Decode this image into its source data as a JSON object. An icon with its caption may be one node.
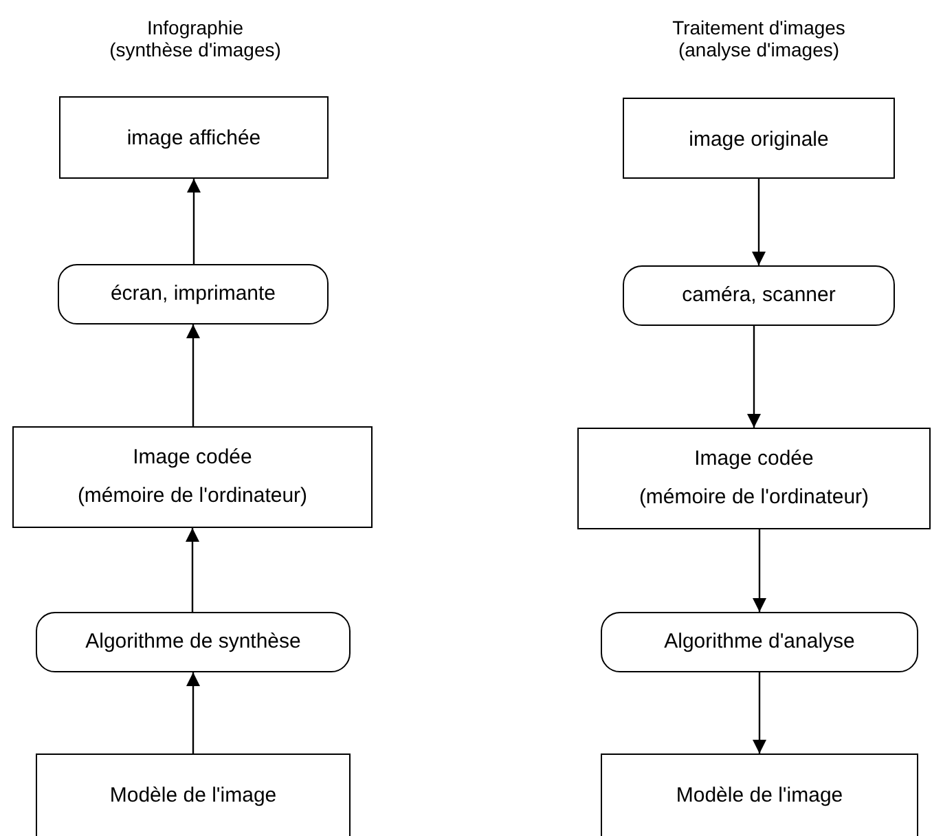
{
  "diagram": {
    "nodes": [
      {
        "text": [
          "image affichée"
        ]
      },
      {
        "text": [
          "écran, imprimante"
        ]
      },
      {
        "text": [
          "Image codée",
          "(mémoire de l'ordinateur)"
        ]
      },
      {
        "text": [
          "Algorithme de synthèse"
        ]
      },
      {
        "text": [
          "Modèle de l'image"
        ]
      },
      {
        "text": [
          "image originale"
        ]
      },
      {
        "text": [
          "caméra, scanner"
        ]
      },
      {
        "text": [
          "Image codée",
          "(mémoire de l'ordinateur)"
        ]
      },
      {
        "text": [
          "Algorithme d'analyse"
        ]
      },
      {
        "text": [
          "Modèle de l'image"
        ]
      }
    ],
    "edges": [
      {
        "from": 4,
        "to": 3,
        "arrow": "to"
      },
      {
        "from": 3,
        "to": 2,
        "arrow": "to"
      },
      {
        "from": 2,
        "to": 1,
        "arrow": "to"
      },
      {
        "from": 1,
        "to": 0,
        "arrow": "to"
      },
      {
        "from": 5,
        "to": 6,
        "arrow": "to"
      },
      {
        "from": 6,
        "to": 7,
        "arrow": "to"
      },
      {
        "from": 7,
        "to": 8,
        "arrow": "to"
      },
      {
        "from": 8,
        "to": 9,
        "arrow": "to"
      }
    ],
    "labels": [
      "Infographie",
      "(synthèse d'images)",
      "Traitement d'images",
      "(analyse d'images)"
    ]
  }
}
